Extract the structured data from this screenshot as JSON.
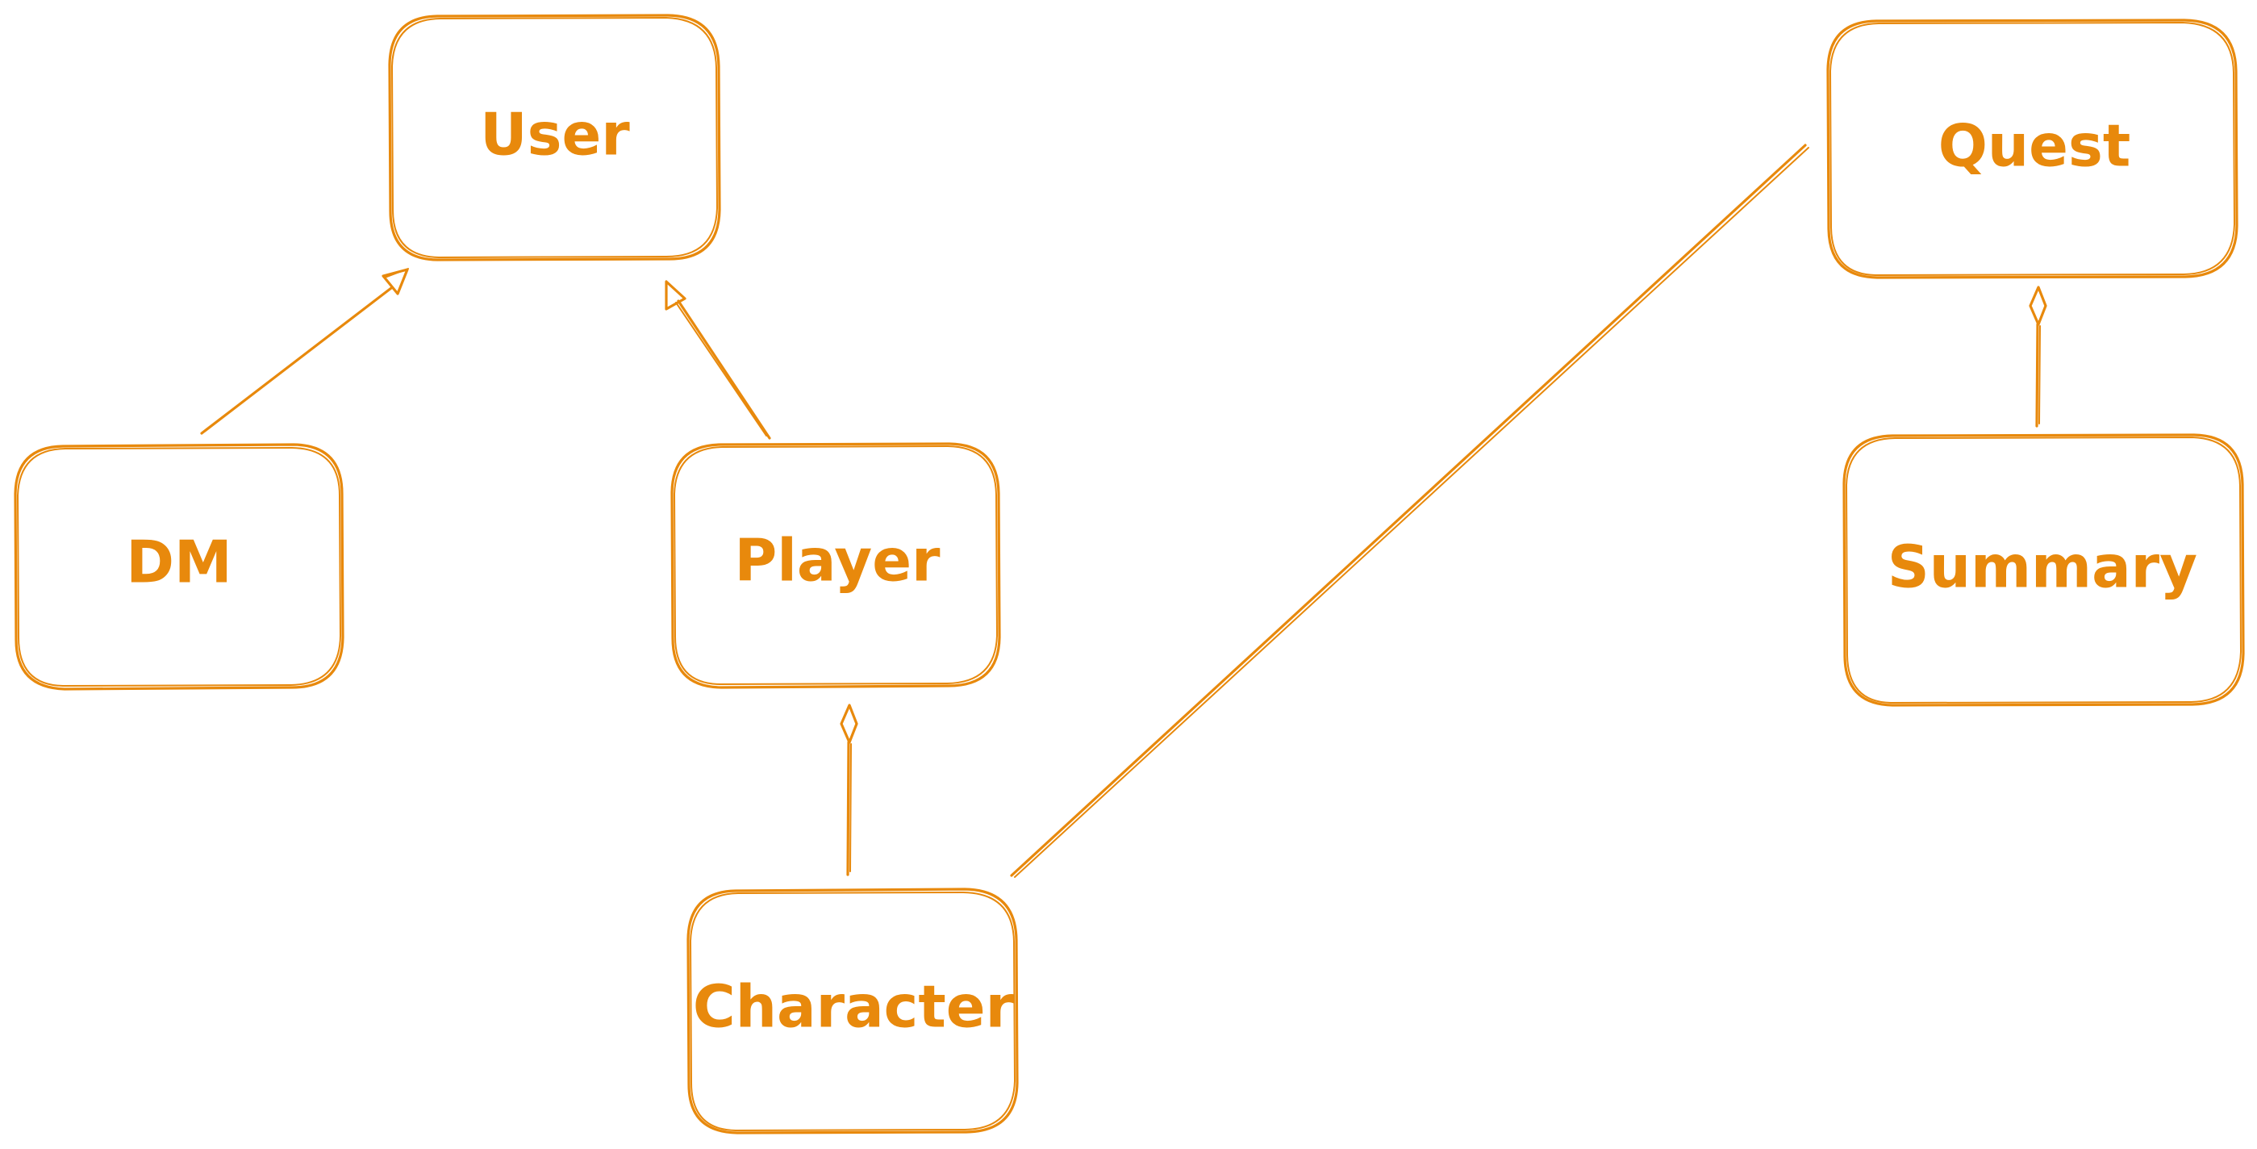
{
  "diagram": {
    "accent_color": "#e8890c",
    "background_color": "#ffffff",
    "nodes": {
      "user": {
        "label": "User"
      },
      "dm": {
        "label": "DM"
      },
      "player": {
        "label": "Player"
      },
      "character": {
        "label": "Character"
      },
      "quest": {
        "label": "Quest"
      },
      "summary": {
        "label": "Summary"
      }
    },
    "connections": [
      {
        "from": "DM",
        "to": "User",
        "type": "generalization"
      },
      {
        "from": "Player",
        "to": "User",
        "type": "generalization"
      },
      {
        "from": "Character",
        "to": "Player",
        "type": "aggregation"
      },
      {
        "from": "Character",
        "to": "Quest",
        "type": "association"
      },
      {
        "from": "Summary",
        "to": "Quest",
        "type": "aggregation"
      }
    ]
  }
}
